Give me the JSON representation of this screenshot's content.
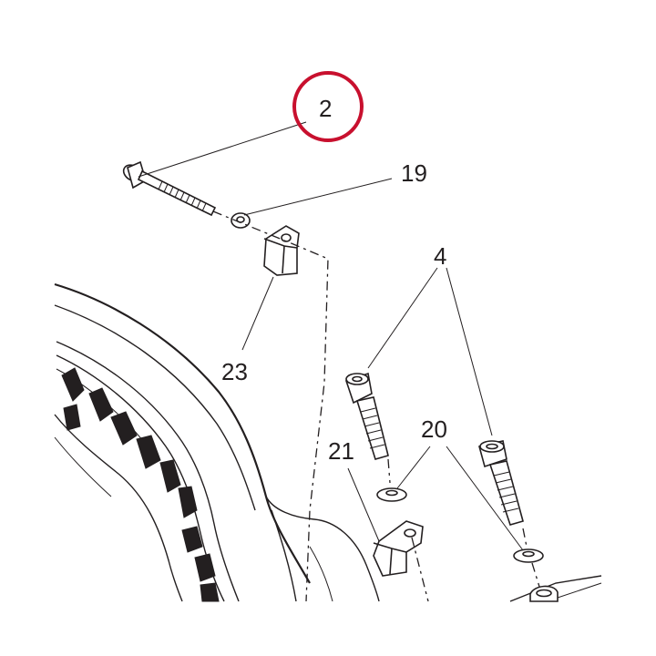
{
  "callouts": {
    "bolt_long": "2",
    "washer_top": "19",
    "bolts_pair": "4",
    "washers_pair": "20",
    "bracket_lower": "21",
    "bracket_upper": "23"
  },
  "highlight": {
    "target": "2",
    "color": "#c8102e"
  },
  "colors": {
    "ink": "#231f20",
    "background": "#ffffff"
  }
}
